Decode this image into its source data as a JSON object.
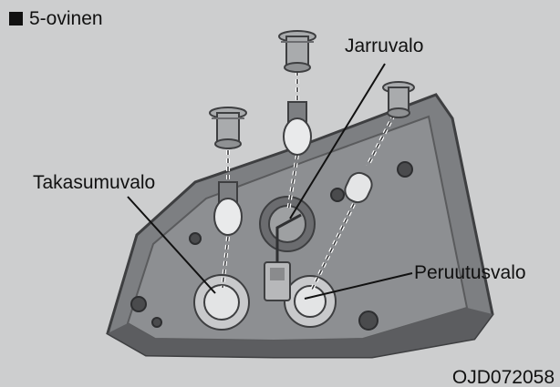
{
  "title": "5-ovinen",
  "labels": {
    "brake": "Jarruvalo",
    "rear_fog": "Takasumuvalo",
    "reverse": "Peruutusvalo"
  },
  "figure_code": "OJD072058",
  "colors": {
    "background": "#cdcecf",
    "housing": "#7d7f82",
    "housing_dark": "#4a4b4d",
    "socket": "#a9abad",
    "text": "#111111"
  }
}
